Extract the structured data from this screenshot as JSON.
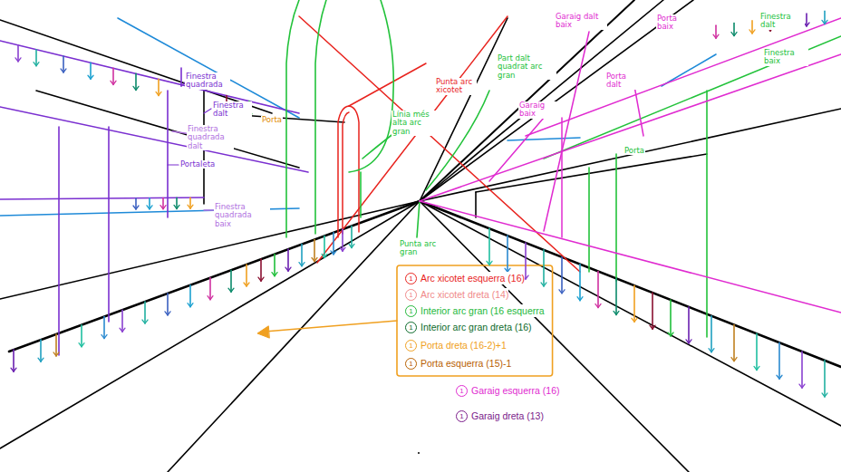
{
  "diagram": {
    "labels": [
      "Finestra quadrada",
      "Finestra dalt",
      "Porta",
      "Finestra quadrada dalt",
      "Portaleta",
      "Finestra quadrada baix",
      "Part dalt quadrat arc gran",
      "Punta arc xicotet",
      "Línia més alta arc gran",
      "Garaig dalt baix",
      "Garaig baix",
      "Porta dalt",
      "Porta baix",
      "Finestra dalt",
      "Finestra baix",
      "Porta",
      "Punta arc gran",
      "1",
      "1",
      "1",
      "1",
      "1",
      "1",
      "1",
      "1"
    ],
    "legend": [
      {
        "text": "Arc xicotet esquerra (16)",
        "color": "#e8231e"
      },
      {
        "text": "Arc xicotet dreta (14)",
        "color": "#f08a8a"
      },
      {
        "text": "Interior arc gran (16 esquerra",
        "color": "#22b83a"
      },
      {
        "text": "Interior arc gran dreta (16)",
        "color": "#0a6a2a"
      },
      {
        "text": "Porta dreta (16-2)+1",
        "color": "#f0a020"
      },
      {
        "text": "Porta esquerra (15)-1",
        "color": "#b86000"
      },
      {
        "text": "Garaig esquerra (16)",
        "color": "#e02bd0"
      },
      {
        "text": "Garaig dreta (13)",
        "color": "#7a1a8a"
      }
    ]
  }
}
